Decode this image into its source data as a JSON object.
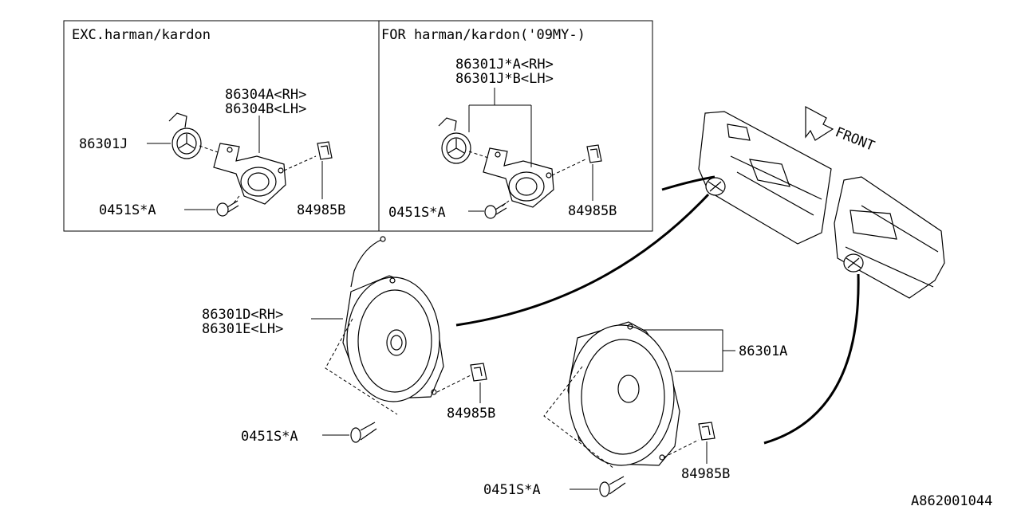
{
  "panels": {
    "left_header": "EXC.harman/kardon",
    "right_header": "FOR harman/kardon('09MY-)"
  },
  "labels": {
    "tweeter_left_bracket_rh": "86304A<RH>",
    "tweeter_left_bracket_lh": "86304B<LH>",
    "tweeter_left_part": "86301J",
    "screw_left": "0451S*A",
    "clip_left": "84985B",
    "tweeter_right_rh": "86301J*A<RH>",
    "tweeter_right_lh": "86301J*B<LH>",
    "screw_right": "0451S*A",
    "clip_right": "84985B",
    "front_speaker_rh": "86301D<RH>",
    "front_speaker_lh": "86301E<LH>",
    "screw_front": "0451S*A",
    "clip_front": "84985B",
    "rear_speaker": "86301A",
    "screw_rear": "0451S*A",
    "clip_rear": "84985B",
    "front_arrow": "FRONT"
  },
  "diagram_id": "A862001044"
}
